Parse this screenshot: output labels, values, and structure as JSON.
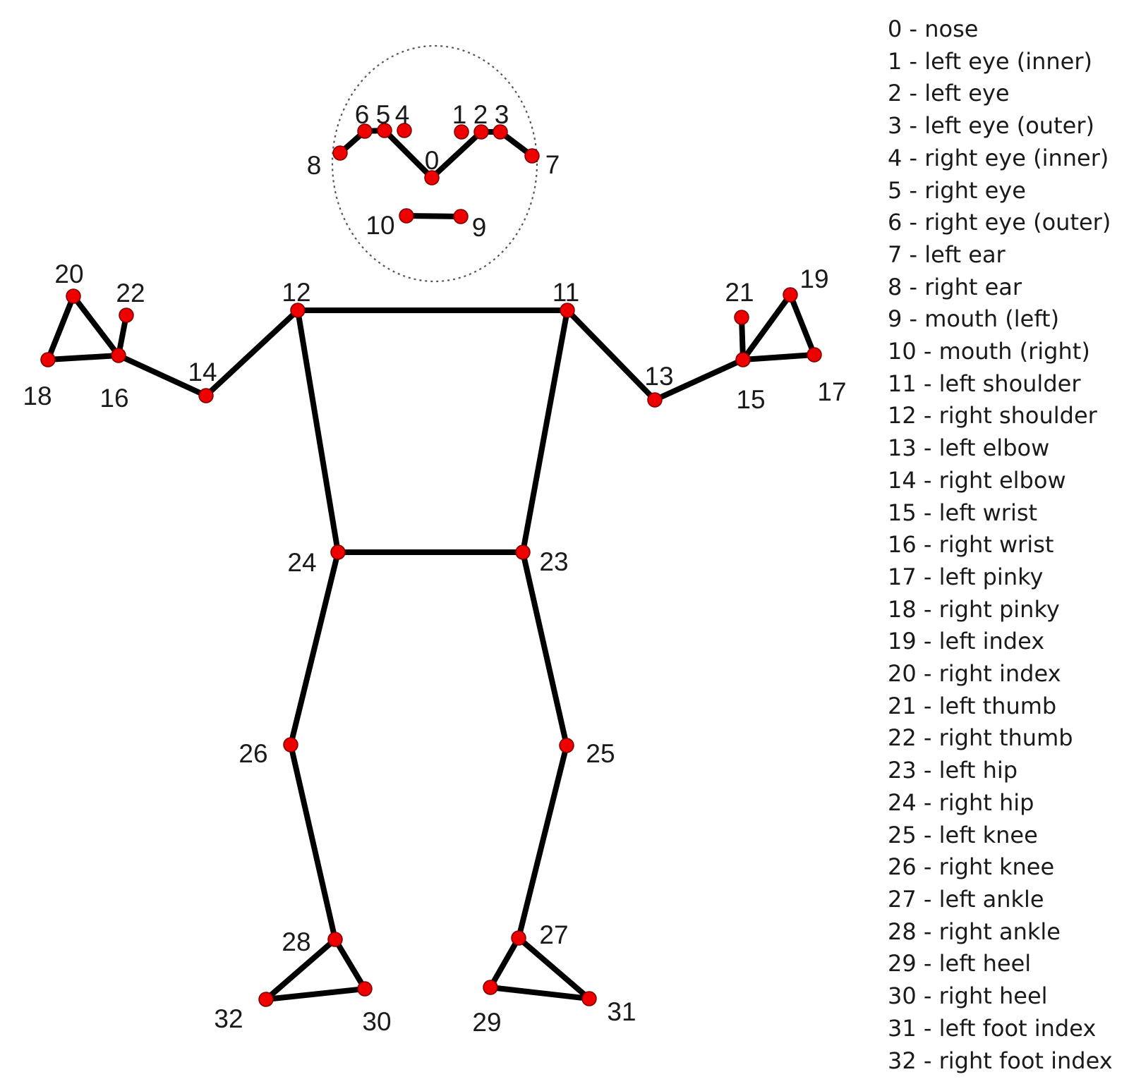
{
  "landmarks": [
    {
      "id": "0",
      "name": "nose"
    },
    {
      "id": "1",
      "name": "left eye (inner)"
    },
    {
      "id": "2",
      "name": "left eye"
    },
    {
      "id": "3",
      "name": "left eye (outer)"
    },
    {
      "id": "4",
      "name": "right eye (inner)"
    },
    {
      "id": "5",
      "name": "right eye"
    },
    {
      "id": "6",
      "name": "right eye (outer)"
    },
    {
      "id": "7",
      "name": "left ear"
    },
    {
      "id": "8",
      "name": "right ear"
    },
    {
      "id": "9",
      "name": "mouth (left)"
    },
    {
      "id": "10",
      "name": "mouth (right)"
    },
    {
      "id": "11",
      "name": "left shoulder"
    },
    {
      "id": "12",
      "name": "right shoulder"
    },
    {
      "id": "13",
      "name": "left elbow"
    },
    {
      "id": "14",
      "name": "right elbow"
    },
    {
      "id": "15",
      "name": "left wrist"
    },
    {
      "id": "16",
      "name": "right wrist"
    },
    {
      "id": "17",
      "name": "left pinky"
    },
    {
      "id": "18",
      "name": "right pinky"
    },
    {
      "id": "19",
      "name": "left index"
    },
    {
      "id": "20",
      "name": "right index"
    },
    {
      "id": "21",
      "name": "left thumb"
    },
    {
      "id": "22",
      "name": "right thumb"
    },
    {
      "id": "23",
      "name": "left hip"
    },
    {
      "id": "24",
      "name": "right hip"
    },
    {
      "id": "25",
      "name": "left knee"
    },
    {
      "id": "26",
      "name": "right knee"
    },
    {
      "id": "27",
      "name": "left ankle"
    },
    {
      "id": "28",
      "name": "right ankle"
    },
    {
      "id": "29",
      "name": "left heel"
    },
    {
      "id": "30",
      "name": "right heel"
    },
    {
      "id": "31",
      "name": "left foot index"
    },
    {
      "id": "32",
      "name": "right foot index"
    }
  ],
  "connections": [
    [
      8,
      6
    ],
    [
      6,
      5
    ],
    [
      5,
      0
    ],
    [
      0,
      2
    ],
    [
      2,
      3
    ],
    [
      3,
      7
    ],
    [
      10,
      9
    ],
    [
      12,
      11
    ],
    [
      12,
      14
    ],
    [
      14,
      16
    ],
    [
      16,
      18
    ],
    [
      18,
      20
    ],
    [
      20,
      16
    ],
    [
      16,
      22
    ],
    [
      11,
      13
    ],
    [
      13,
      15
    ],
    [
      15,
      17
    ],
    [
      17,
      19
    ],
    [
      19,
      15
    ],
    [
      15,
      21
    ],
    [
      12,
      24
    ],
    [
      11,
      23
    ],
    [
      24,
      23
    ],
    [
      24,
      26
    ],
    [
      26,
      28
    ],
    [
      28,
      32
    ],
    [
      32,
      30
    ],
    [
      30,
      28
    ],
    [
      23,
      25
    ],
    [
      25,
      27
    ],
    [
      27,
      29
    ],
    [
      29,
      31
    ],
    [
      31,
      27
    ]
  ],
  "colors": {
    "joint": "#ee0000",
    "joint_outline": "#7a0000",
    "bone": "#000000",
    "head_outline": "#555555",
    "text": "#1a1a1a"
  },
  "legend_separator": " - "
}
